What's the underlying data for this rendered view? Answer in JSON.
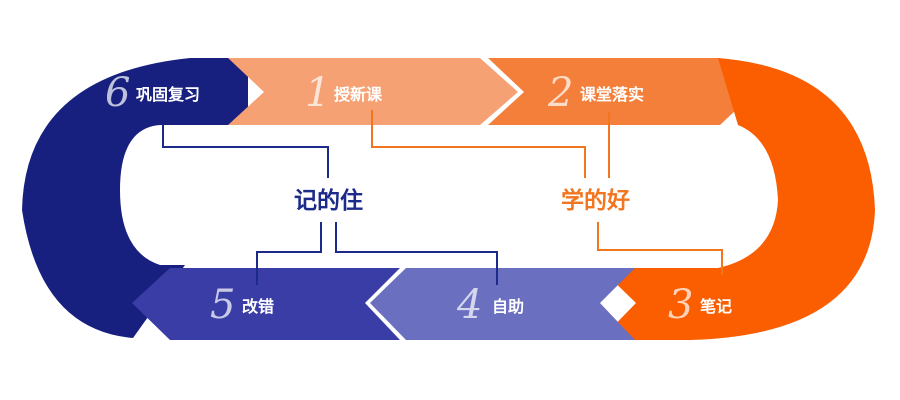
{
  "steps": [
    {
      "num": "1",
      "label": "授新课",
      "color": "#F5A173"
    },
    {
      "num": "2",
      "label": "课堂落实",
      "color": "#F47F3A"
    },
    {
      "num": "3",
      "label": "笔记",
      "color": "#FA5E00"
    },
    {
      "num": "4",
      "label": "自助",
      "color": "#6A6FC0"
    },
    {
      "num": "5",
      "label": "改错",
      "color": "#3A3DA6"
    },
    {
      "num": "6",
      "label": "巩固复习",
      "color": "#18207F"
    }
  ],
  "center": {
    "remember": {
      "label": "记的住",
      "color": "#1C2A8A"
    },
    "learn": {
      "label": "学的好",
      "color": "#F2751F"
    }
  }
}
